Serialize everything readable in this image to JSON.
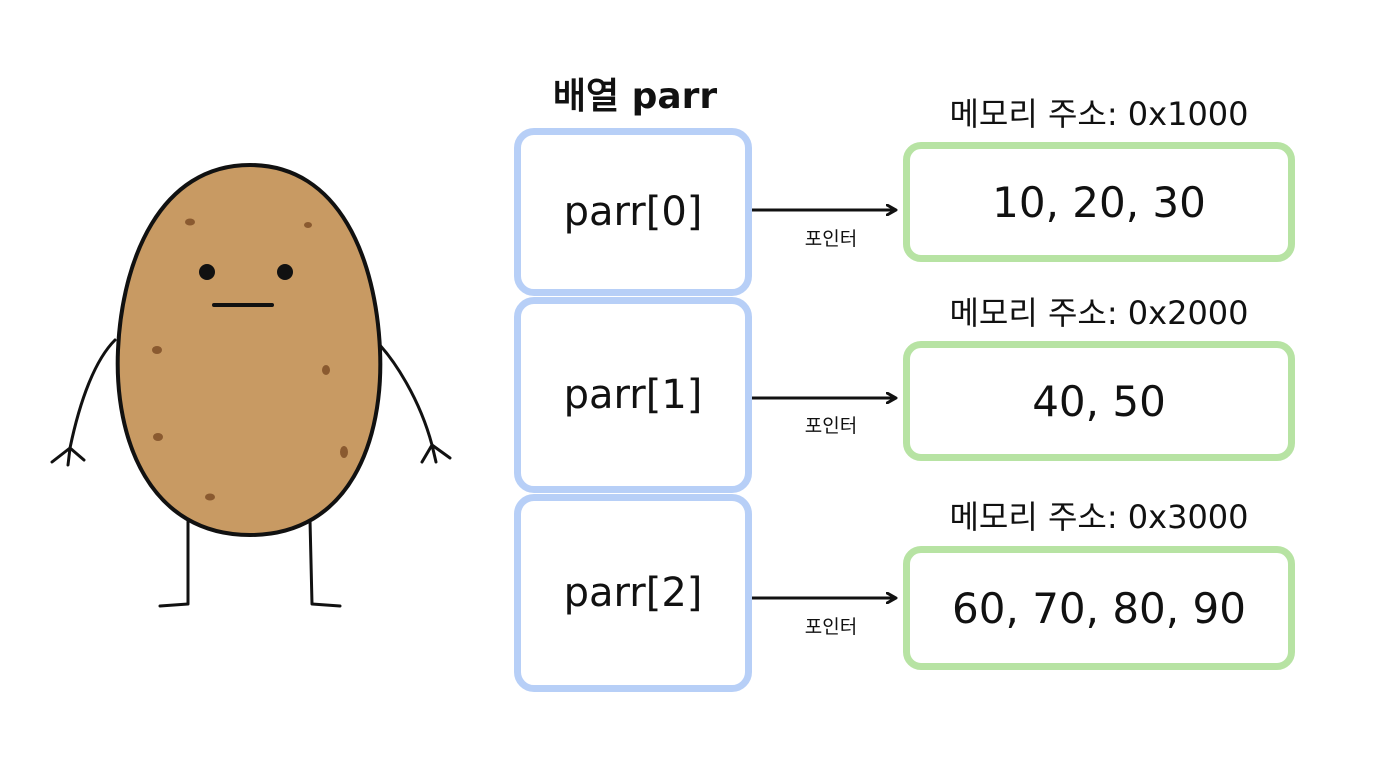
{
  "array": {
    "title": "배열 parr",
    "cells": [
      "parr[0]",
      "parr[1]",
      "parr[2]"
    ]
  },
  "pointer_label": "포인터",
  "memory": [
    {
      "address": "메모리 주소: 0x1000",
      "values": "10, 20, 30"
    },
    {
      "address": "메모리 주소: 0x2000",
      "values": "40, 50"
    },
    {
      "address": "메모리 주소: 0x3000",
      "values": "60, 70, 80, 90"
    }
  ],
  "colors": {
    "array_border": "#b7cff7",
    "memory_border": "#b7e3a3",
    "potato_body": "#c89a63",
    "potato_outline": "#111111",
    "potato_spots": "#8a5a30"
  },
  "character": "potato-character"
}
